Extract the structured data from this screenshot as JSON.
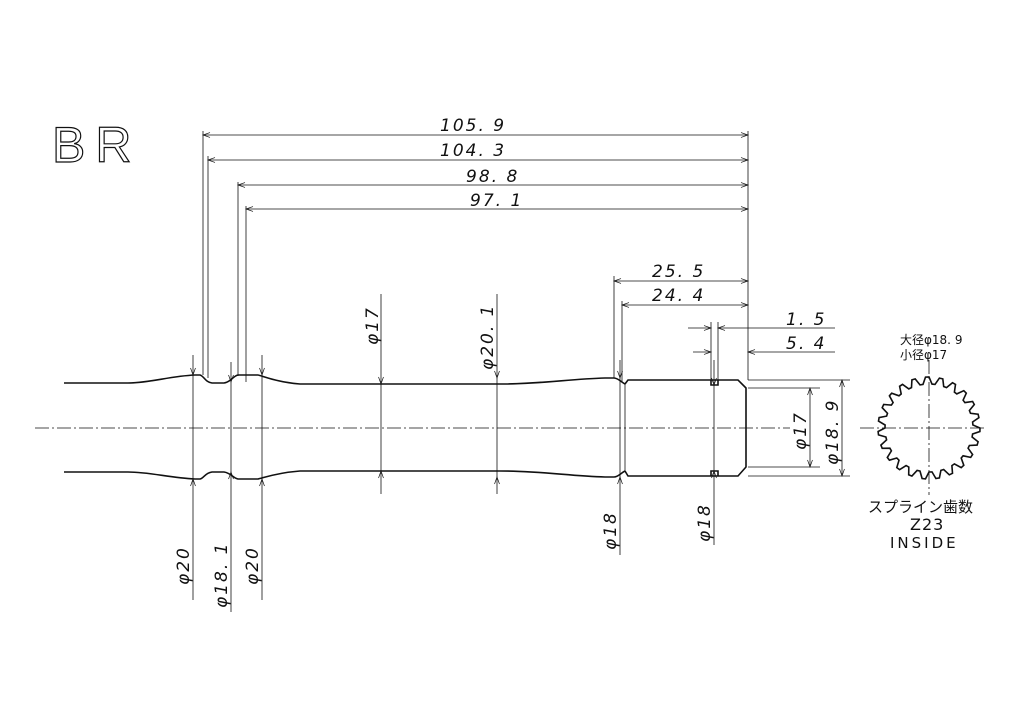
{
  "title": "BR",
  "dimensions": {
    "d1059": "105. 9",
    "d1043": "104. 3",
    "d988": "98. 8",
    "d971": "97. 1",
    "d255": "25. 5",
    "d244": "24. 4",
    "d15": "1. 5",
    "d54": "5. 4",
    "phi17_top": "φ17",
    "phi201_top": "φ20. 1",
    "phi20_a": "φ20",
    "phi181": "φ18. 1",
    "phi20_b": "φ20",
    "phi18_a": "φ18",
    "phi18_b": "φ18",
    "phi17_right": "φ17",
    "phi189_right": "φ18. 9"
  },
  "spline": {
    "major": "大径φ18. 9",
    "minor": "小径φ17",
    "label": "スプライン歯数",
    "teeth": "Z23",
    "position": "INSIDE",
    "tooth_count": 23
  }
}
